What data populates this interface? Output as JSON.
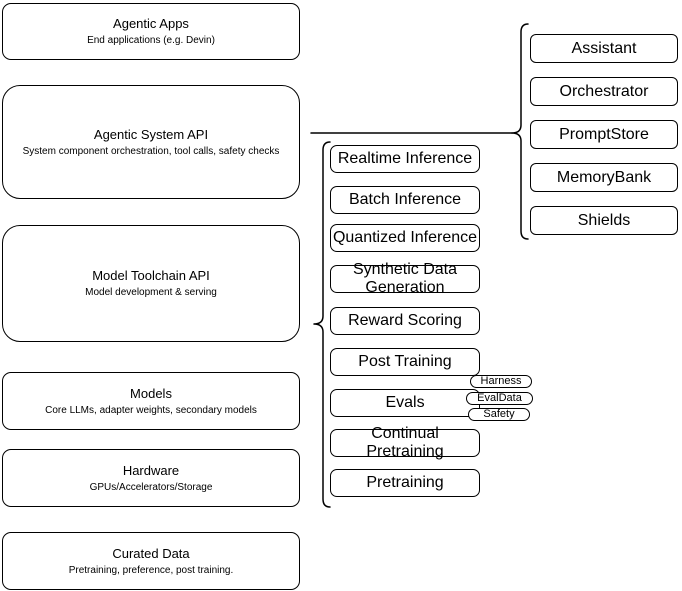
{
  "diagram": {
    "left_stack": [
      {
        "title": "Agentic Apps",
        "subtitle": "End applications (e.g. Devin)"
      },
      {
        "title": "Agentic System API",
        "subtitle": "System component orchestration, tool calls, safety checks"
      },
      {
        "title": "Model Toolchain API",
        "subtitle": "Model development & serving"
      },
      {
        "title": "Models",
        "subtitle": "Core LLMs, adapter weights, secondary models"
      },
      {
        "title": "Hardware",
        "subtitle": "GPUs/Accelerators/Storage"
      },
      {
        "title": "Curated Data",
        "subtitle": "Pretraining, preference, post training."
      }
    ],
    "toolchain_items": [
      {
        "label": "Realtime Inference"
      },
      {
        "label": "Batch Inference"
      },
      {
        "label": "Quantized Inference"
      },
      {
        "label": "Synthetic Data Generation"
      },
      {
        "label": "Reward Scoring"
      },
      {
        "label": "Post Training"
      },
      {
        "label": "Evals"
      },
      {
        "label": "Continual Pretraining"
      },
      {
        "label": "Pretraining"
      }
    ],
    "eval_tags": [
      {
        "label": "Harness"
      },
      {
        "label": "EvalData"
      },
      {
        "label": "Safety"
      }
    ],
    "system_components": [
      {
        "label": "Assistant"
      },
      {
        "label": "Orchestrator"
      },
      {
        "label": "PromptStore"
      },
      {
        "label": "MemoryBank"
      },
      {
        "label": "Shields"
      }
    ],
    "colors": {
      "stroke": "#000000",
      "fill": "#ffffff",
      "background": "#ffffff"
    }
  }
}
